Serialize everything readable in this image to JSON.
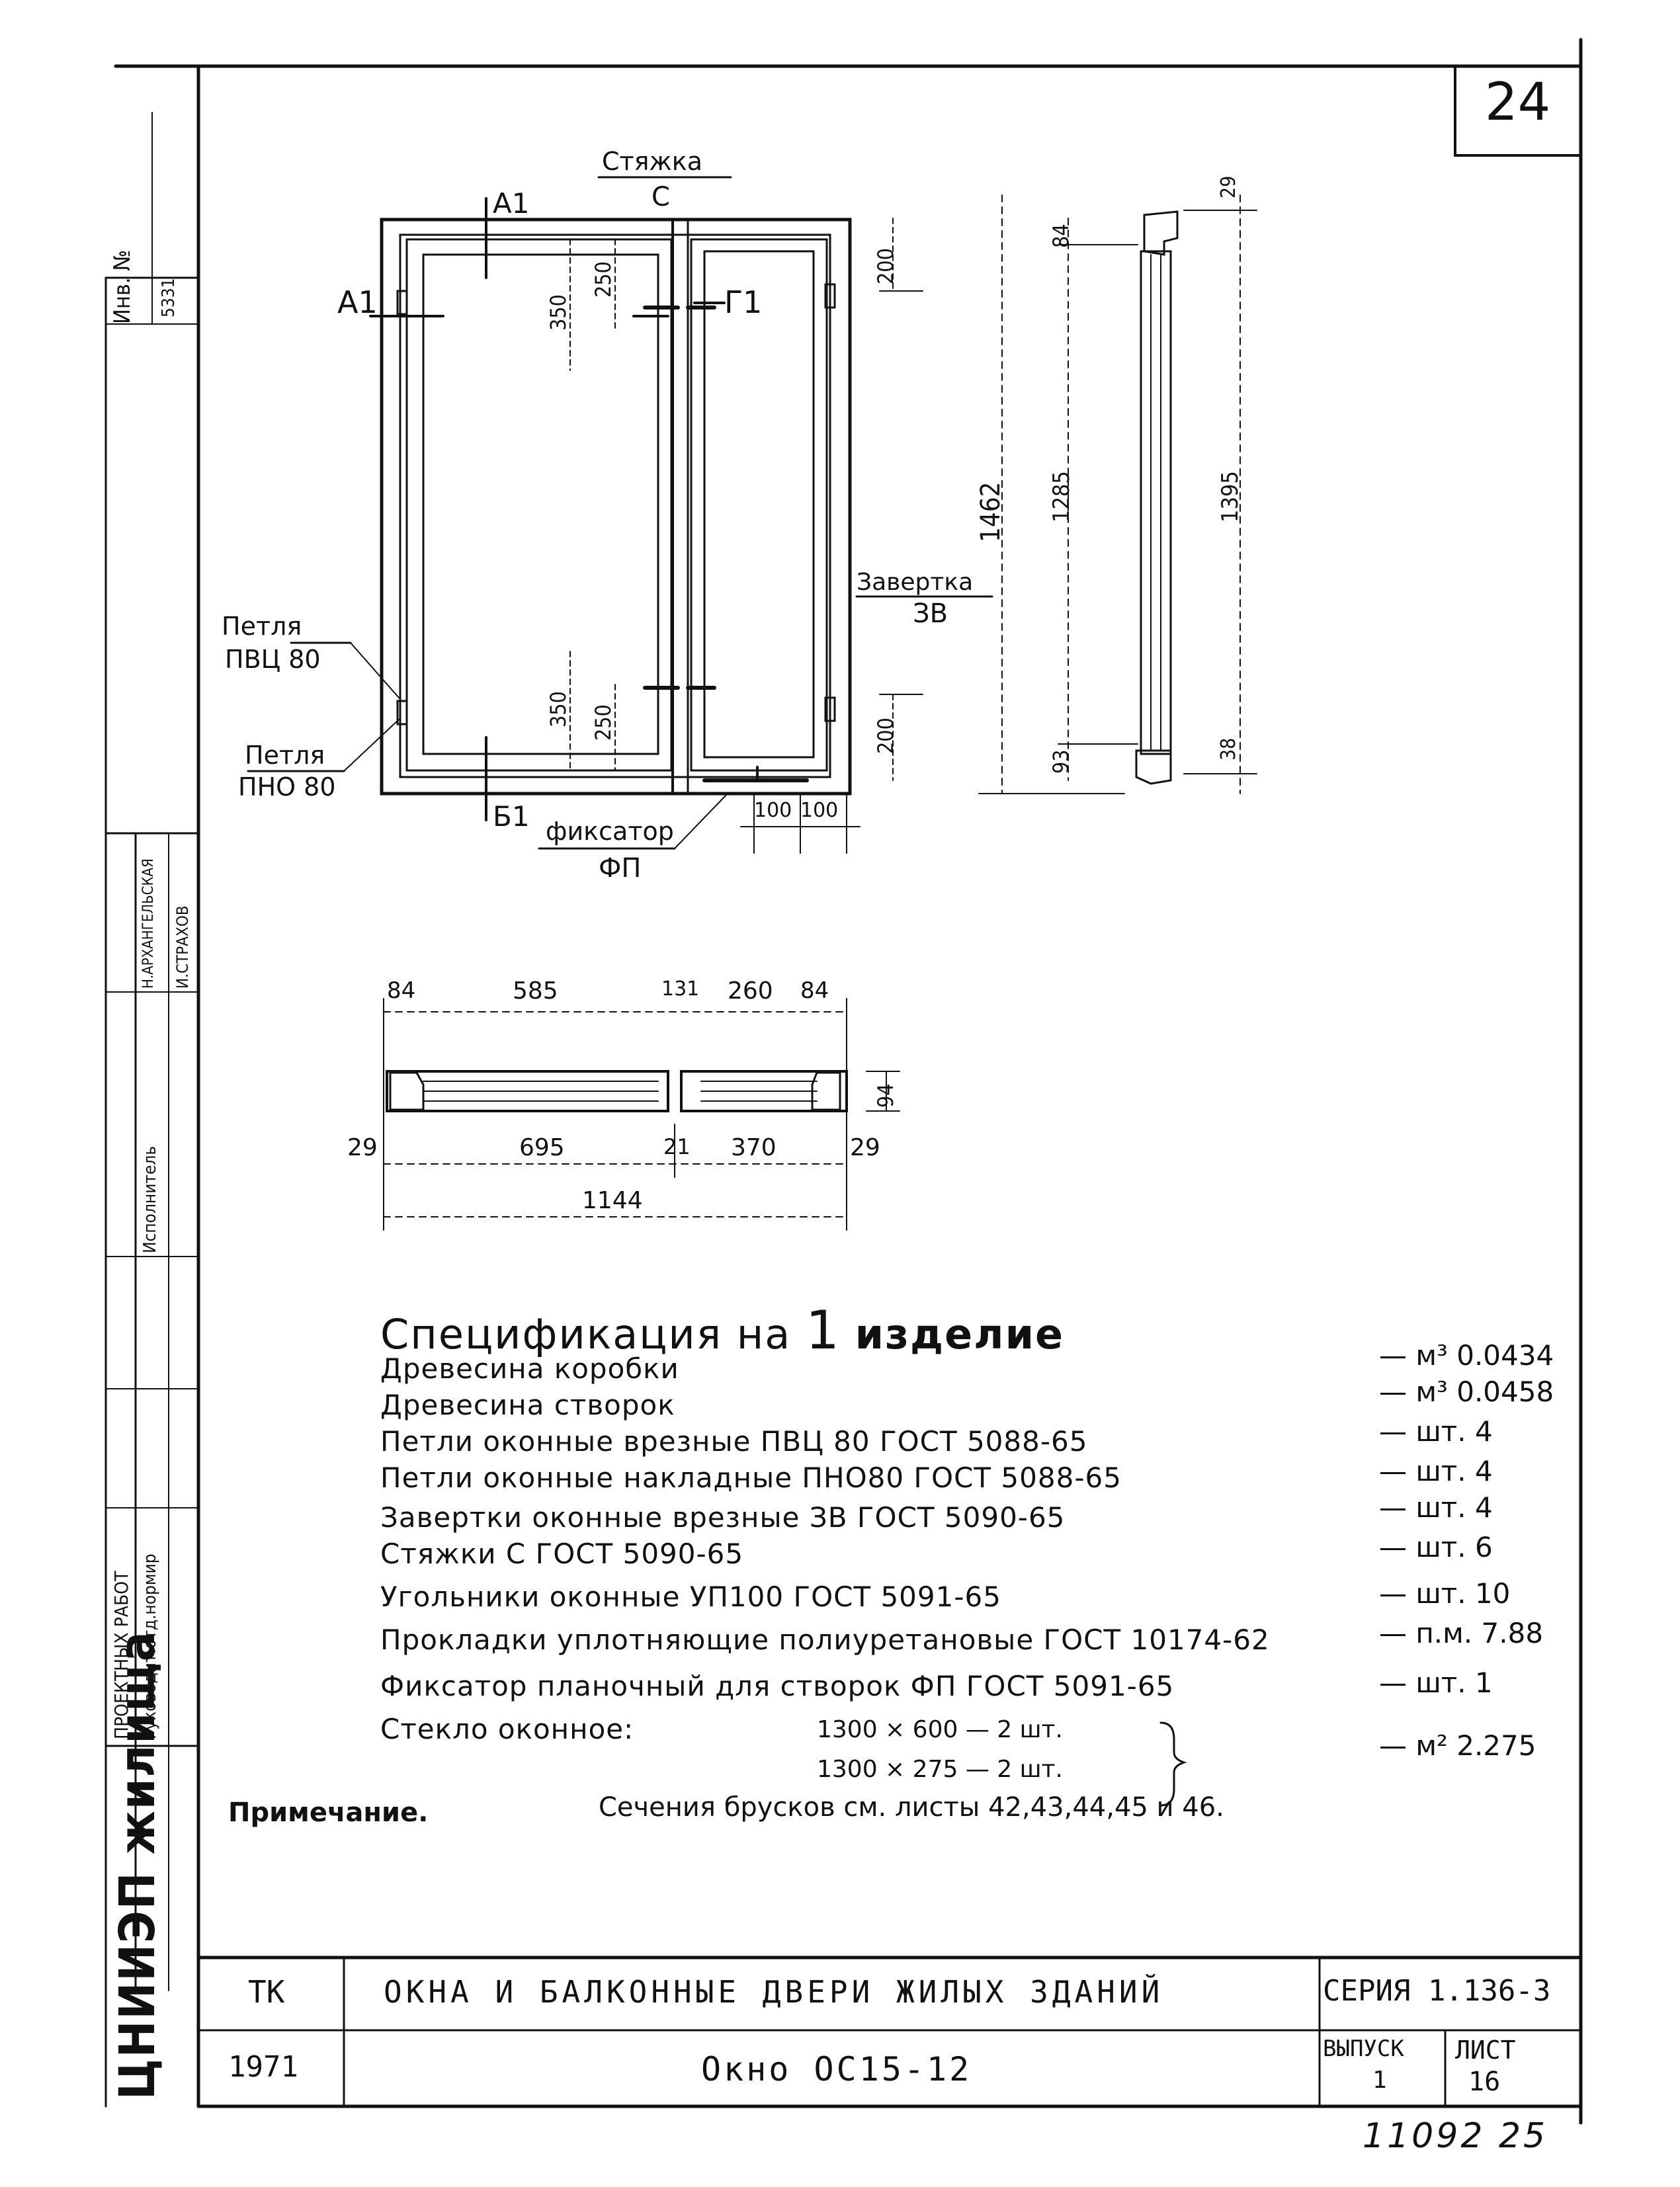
{
  "sheet_corner_number": "24",
  "side_stamp": {
    "inv_label": "Инв. №",
    "inv_value": "5331",
    "roles": [
      "ПРОЕКТНЫХ РАБОТ",
      "Руководит.отд.нормир",
      "Исполнитель",
      "Н.АРХАНГЕЛЬСКАЯ"
    ],
    "names": [
      "И.СТРАХОВ"
    ],
    "institute": "ЦНИИЭП жилища"
  },
  "drawing": {
    "label_styazhka": "Стяжка",
    "label_c": "С",
    "label_a1_top": "А1",
    "label_a1_left": "А1",
    "label_g1": "Г1",
    "label_b1": "Б1",
    "label_petlya_pvc": [
      "Петля",
      "ПВЦ 80"
    ],
    "label_petlya_pno": [
      "Петля",
      "ПНО 80"
    ],
    "label_zavertka": [
      "Завертка",
      "ЗВ"
    ],
    "label_fiksator": [
      "фиксатор",
      "ФП"
    ],
    "dims_front": [
      "350",
      "250",
      "350",
      "250",
      "200",
      "200",
      "100",
      "100"
    ],
    "dims_side": [
      "1462",
      "84",
      "1285",
      "93",
      "1395",
      "29",
      "38"
    ],
    "dims_plan_top": [
      "84",
      "585",
      "131",
      "260",
      "84"
    ],
    "dims_plan_bottom": [
      "29",
      "695",
      "21",
      "370",
      "29"
    ],
    "dim_plan_total": "1144",
    "dim_plan_depth": "94"
  },
  "spec": {
    "title_prefix": "Спецификация на",
    "title_qty": "1",
    "title_suffix": "изделие",
    "rows": [
      {
        "name": "Древесина коробки",
        "value": "— м³ 0.0434"
      },
      {
        "name": "Древесина створок",
        "value": "— м³ 0.0458"
      },
      {
        "name": "Петли оконные врезные ПВЦ 80 ГОСТ 5088-65",
        "value": "— шт. 4"
      },
      {
        "name": "Петли оконные накладные ПНО80 ГОСТ 5088-65",
        "value": "— шт. 4"
      },
      {
        "name": "Завертки оконные врезные ЗВ ГОСТ 5090-65",
        "value": "— шт. 4"
      },
      {
        "name": "Стяжки С ГОСТ 5090-65",
        "value": "— шт. 6"
      },
      {
        "name": "Угольники оконные УП100 ГОСТ 5091-65",
        "value": "— шт. 10"
      },
      {
        "name": "Прокладки уплотняющие полиуретановые ГОСТ 10174-62",
        "value": "— п.м. 7.88"
      },
      {
        "name": "Фиксатор планочный для створок ФП ГОСТ 5091-65",
        "value": "— шт. 1"
      }
    ],
    "glass_label": "Стекло оконное:",
    "glass_lines": [
      "1300 × 600 — 2 шт.",
      "1300 × 275 — 2 шт."
    ],
    "glass_value": "— м² 2.275"
  },
  "note": {
    "label": "Примечание.",
    "text": "Сечения брусков см. листы 42,43,44,45 и 46."
  },
  "title_block": {
    "tk": "ТК",
    "year": "1971",
    "title": "ОКНА И БАЛКОННЫЕ ДВЕРИ ЖИЛЫХ ЗДАНИЙ",
    "subtitle": "Окно ОС15-12",
    "series": "СЕРИЯ 1.136-3",
    "issue_label": "ВЫПУСК",
    "issue_value": "1",
    "sheet_label": "ЛИСТ",
    "sheet_value": "16"
  },
  "footer_handwritten": "11092 25"
}
